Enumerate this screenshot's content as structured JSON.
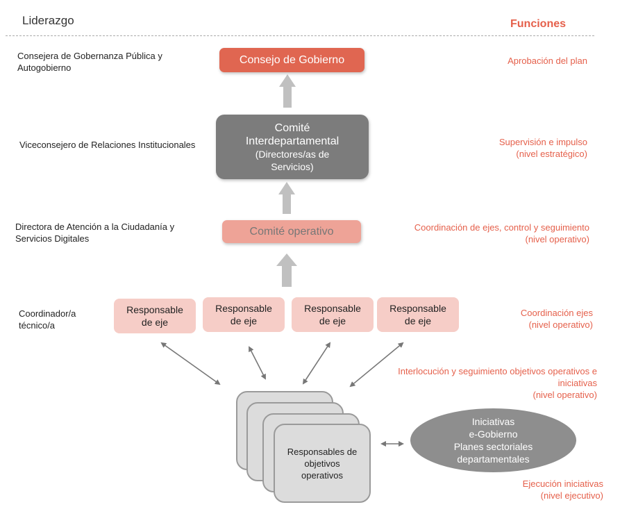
{
  "headers": {
    "left": "Liderazgo",
    "right": "Funciones"
  },
  "leadership": [
    {
      "id": "consejera",
      "lines": [
        "Consejera de Gobernanza Pública y",
        "Autogobierno"
      ]
    },
    {
      "id": "viceconsejero",
      "lines": [
        "Viceconsejero de Relaciones Institucionales"
      ]
    },
    {
      "id": "directora",
      "lines": [
        "Directora de Atención a la Ciudadanía y",
        "Servicios Digitales"
      ]
    },
    {
      "id": "coordinador",
      "lines": [
        "Coordinador/a",
        "técnico/a"
      ]
    }
  ],
  "bodies": {
    "consejo": {
      "label": "Consejo de Gobierno",
      "color": "#e06651"
    },
    "comite_inter": {
      "lines": [
        "Comité",
        "Interdepartamental"
      ],
      "sub_lines": [
        "(Directores/as de",
        "Servicios)"
      ],
      "color": "#7c7c7c"
    },
    "comite_operativo": {
      "label": "Comité operativo",
      "color": "#eea397"
    },
    "responsables_eje": [
      {
        "lines": [
          "Responsable",
          "de eje"
        ]
      },
      {
        "lines": [
          "Responsable",
          "de eje"
        ]
      },
      {
        "lines": [
          "Responsable",
          "de eje"
        ]
      },
      {
        "lines": [
          "Responsable",
          "de eje"
        ]
      }
    ],
    "responsables_objetivos": {
      "lines": [
        "Responsables de",
        "objetivos",
        "operativos"
      ]
    },
    "iniciativas": {
      "lines": [
        "Iniciativas",
        "e-Gobierno",
        "Planes sectoriales",
        "departamentales"
      ]
    }
  },
  "functions": [
    {
      "id": "aprobacion",
      "lines": [
        "Aprobación del plan"
      ]
    },
    {
      "id": "supervision",
      "lines": [
        "Supervisión e impulso",
        "(nivel estratégico)"
      ]
    },
    {
      "id": "coordinacion",
      "lines": [
        "Coordinación de ejes, control y seguimiento",
        "(nivel operativo)"
      ]
    },
    {
      "id": "coordinacion_ejes",
      "lines": [
        "Coordinación ejes",
        "(nivel operativo)"
      ]
    },
    {
      "id": "interlocucion",
      "lines": [
        "Interlocución y seguimiento  objetivos operativos e",
        "iniciativas",
        "(nivel operativo)"
      ]
    },
    {
      "id": "ejecucion",
      "lines": [
        "Ejecución iniciativas",
        "(nivel ejecutivo)"
      ]
    }
  ],
  "colors": {
    "accent": "#e5604b",
    "arrow": "#c0c0c0",
    "connector": "#777777"
  }
}
